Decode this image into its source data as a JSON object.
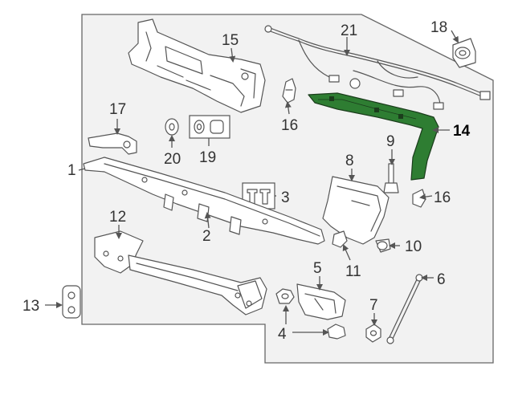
{
  "diagram": {
    "highlight_color": "#2e7d32",
    "panel_fill": "#f2f2f2",
    "border_color": "#666666",
    "callouts": {
      "c1": "1",
      "c2": "2",
      "c3": "3",
      "c4": "4",
      "c5": "5",
      "c6": "6",
      "c7": "7",
      "c8": "8",
      "c9": "9",
      "c10": "10",
      "c11": "11",
      "c12": "12",
      "c13": "13",
      "c14": "14",
      "c15": "15",
      "c16a": "16",
      "c16b": "16",
      "c17": "17",
      "c18": "18",
      "c19": "19",
      "c20": "20",
      "c21": "21"
    }
  }
}
